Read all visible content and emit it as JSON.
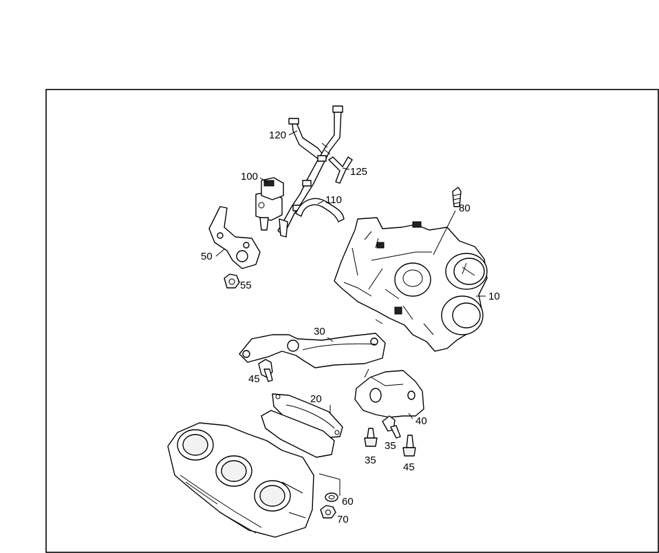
{
  "callouts": {
    "c120": "120",
    "c125": "125",
    "c100": "100",
    "c110": "110",
    "c80": "80",
    "c50": "50",
    "c55": "55",
    "c10": "10",
    "c30": "30",
    "c45a": "45",
    "c20": "20",
    "c40": "40",
    "c35a": "35",
    "c35b": "35",
    "c45b": "45",
    "c60": "60",
    "c70": "70"
  }
}
